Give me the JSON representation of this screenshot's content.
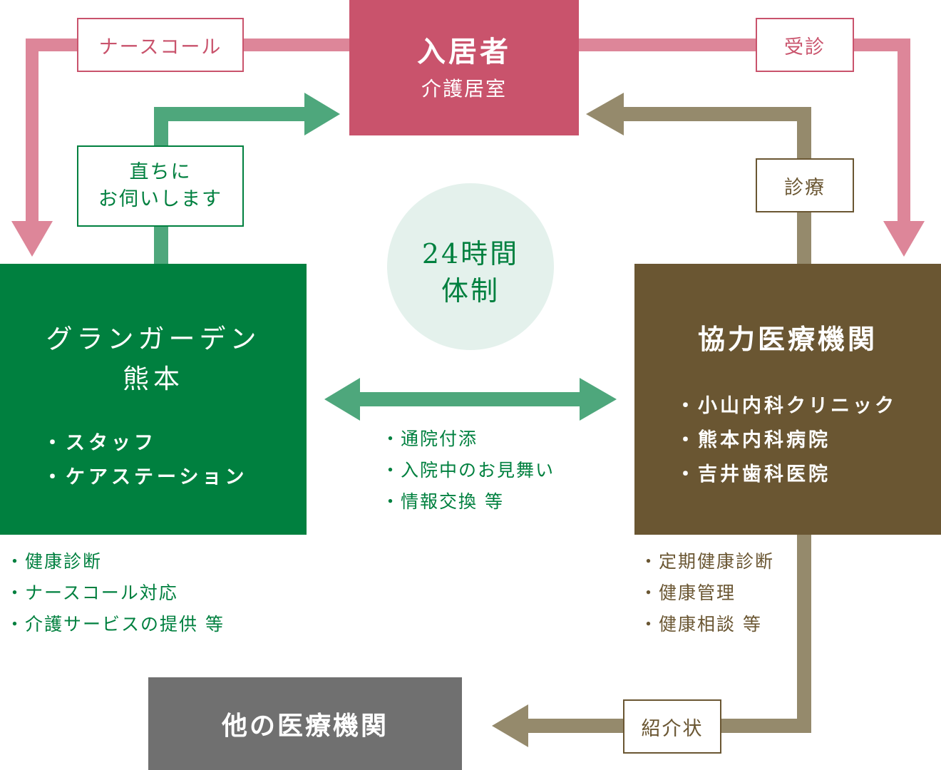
{
  "colors": {
    "resident": "#c9536c",
    "resident_arrow": "#dd8699",
    "granGarden": "#00803f",
    "green_arrow": "#4ea77c",
    "cooperating": "#6a5632",
    "brown_arrow": "#958a6c",
    "other": "#707070",
    "center_circle": "#e4f1ec"
  },
  "resident": {
    "title": "入居者",
    "subtitle": "介護居室"
  },
  "center": {
    "line1": "24時間",
    "line2": "体制"
  },
  "granGarden": {
    "title_line1": "グランガーデン",
    "title_line2": "熊本",
    "items": [
      "・スタッフ",
      "・ケアステーション"
    ],
    "services": [
      "・健康診断",
      "・ナースコール対応",
      "・介護サービスの提供 等"
    ]
  },
  "cooperating": {
    "title": "協力医療機関",
    "items": [
      "・小山内科クリニック",
      "・熊本内科病院",
      "・吉井歯科医院"
    ],
    "services": [
      "・定期健康診断",
      "・健康管理",
      "・健康相談 等"
    ]
  },
  "middle": {
    "items": [
      "・通院付添",
      "・入院中のお見舞い",
      "・情報交換 等"
    ]
  },
  "other": {
    "title": "他の医療機関"
  },
  "labels": {
    "nurse_call": "ナースコール",
    "visit": "受診",
    "immediate_line1": "直ちに",
    "immediate_line2": "お伺いします",
    "treatment": "診療",
    "referral": "紹介状"
  },
  "icons": {
    "nurse_call_arrow": "arrow-down-left",
    "visit_arrow": "arrow-down-right",
    "immediate_arrow": "arrow-right",
    "treatment_arrow": "arrow-left",
    "liaison_arrow": "double-arrow-horizontal",
    "referral_arrow": "arrow-left"
  }
}
